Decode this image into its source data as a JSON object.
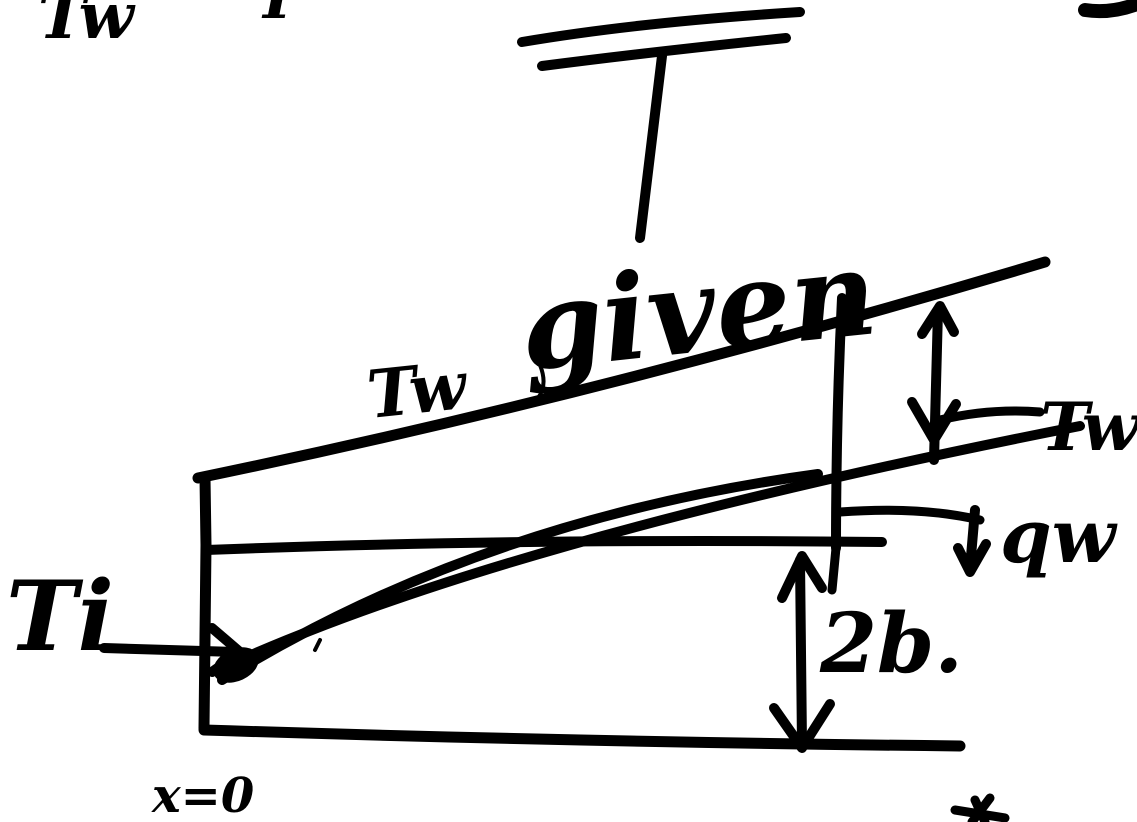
{
  "labels": {
    "top_left_partial": "Tw",
    "top_left_partial_2": "T",
    "given": "given",
    "wall_temp_left": "Tw",
    "wall_temp_right": "Tw",
    "inlet_temp": "Ti",
    "heat_flux": "qw",
    "channel_height": "2b.",
    "origin": "x=0"
  },
  "colors": {
    "ink": "#000000",
    "paper": "#ffffff"
  }
}
